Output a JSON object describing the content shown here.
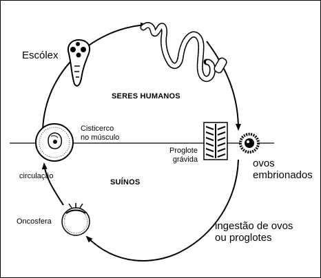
{
  "diagram": {
    "labels": {
      "escolex": "Escólex",
      "seres_humanos": "SERES HUMANOS",
      "cisticerco_line1": "Cisticerco",
      "cisticerco_line2": "no músculo",
      "proglote_line1": "Proglote",
      "proglote_line2": "grávida",
      "ovos_line1": "ovos",
      "ovos_line2": "embrionados",
      "suinos": "SUÍNOS",
      "circulacao": "circulação",
      "oncosfera": "Oncosfera",
      "ingestao_line1": "ingestão de ovos",
      "ingestao_line2": "ou proglotes"
    },
    "colors": {
      "ink": "#000000",
      "paper": "#ffffff"
    }
  }
}
